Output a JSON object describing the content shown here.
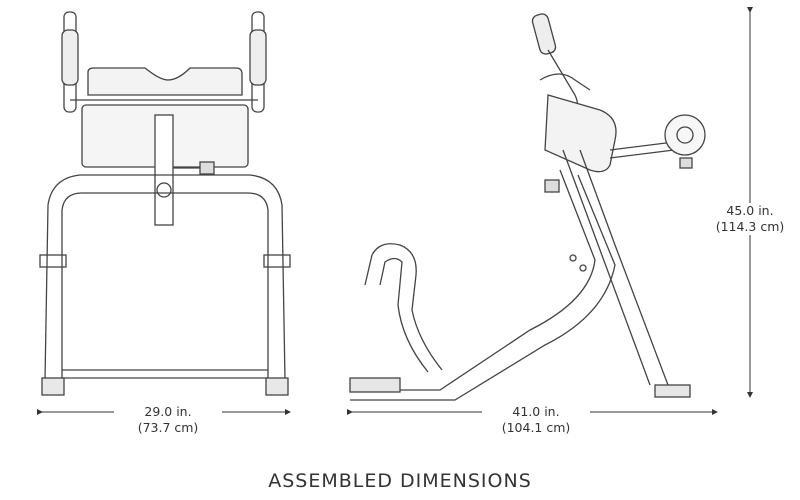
{
  "title": "ASSEMBLED DIMENSIONS",
  "dimensions": {
    "width": {
      "imperial": "29.0 in.",
      "metric": "(73.7 cm)"
    },
    "length": {
      "imperial": "41.0 in.",
      "metric": "(104.1 cm)"
    },
    "height": {
      "imperial": "45.0 in.",
      "metric": "(114.3 cm)"
    }
  },
  "colors": {
    "line": "#444444",
    "fill": "#e8e8e8"
  }
}
